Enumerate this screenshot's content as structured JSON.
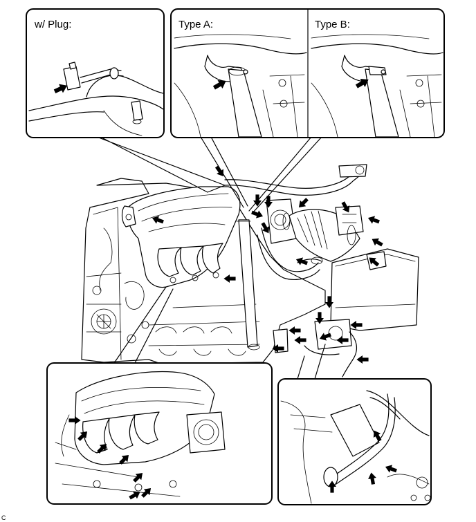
{
  "panels": {
    "plug_label": "w/ Plug:",
    "type_a_label": "Type  A:",
    "type_b_label": "Type  B:"
  },
  "figure_code": "C"
}
